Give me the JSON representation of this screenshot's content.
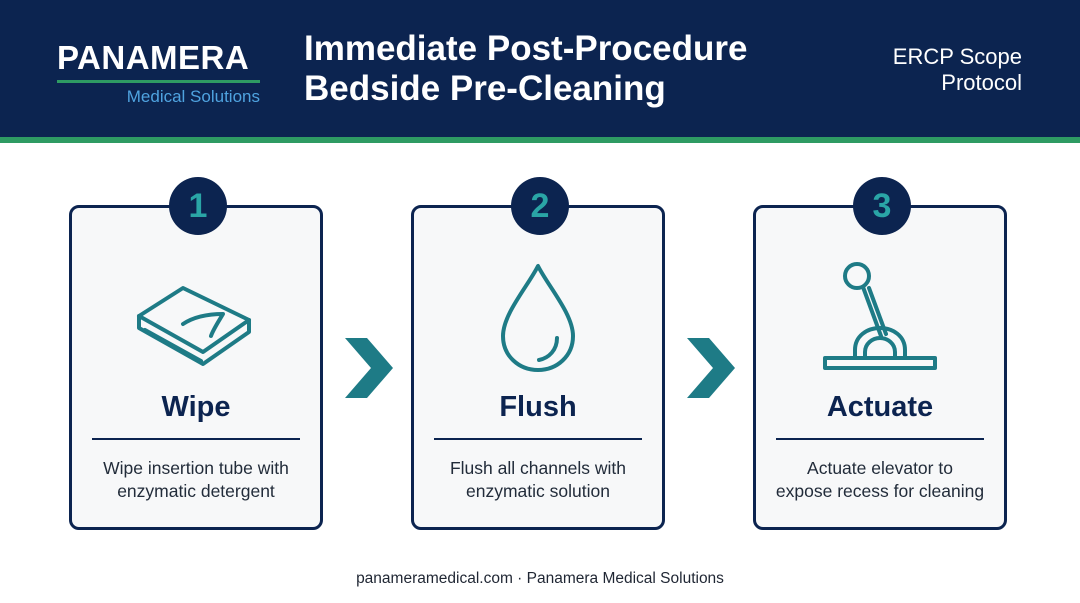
{
  "header": {
    "logo_name": "PANAMERA",
    "logo_sub": "Medical Solutions",
    "title_line1": "Immediate Post-Procedure",
    "title_line2": "Bedside Pre-Cleaning",
    "tag_line1": "ERCP Scope",
    "tag_line2": "Protocol"
  },
  "steps": [
    {
      "number": "1",
      "title": "Wipe",
      "desc_line1": "Wipe insertion tube with",
      "desc_line2": "enzymatic detergent",
      "icon": "cloth-icon"
    },
    {
      "number": "2",
      "title": "Flush",
      "desc_line1": "Flush all channels with",
      "desc_line2": "enzymatic solution",
      "icon": "droplet-icon"
    },
    {
      "number": "3",
      "title": "Actuate",
      "desc_line1": "Actuate elevator to",
      "desc_line2": "expose recess for cleaning",
      "icon": "lever-icon"
    }
  ],
  "footer": "panameramedical.com · Panamera Medical Solutions",
  "colors": {
    "navy": "#0c2450",
    "green": "#2e9b63",
    "teal": "#1e7b86",
    "badge_number": "#2aa5a6",
    "arrow": "#1e7b86",
    "logo_sub": "#4fa3e0"
  }
}
